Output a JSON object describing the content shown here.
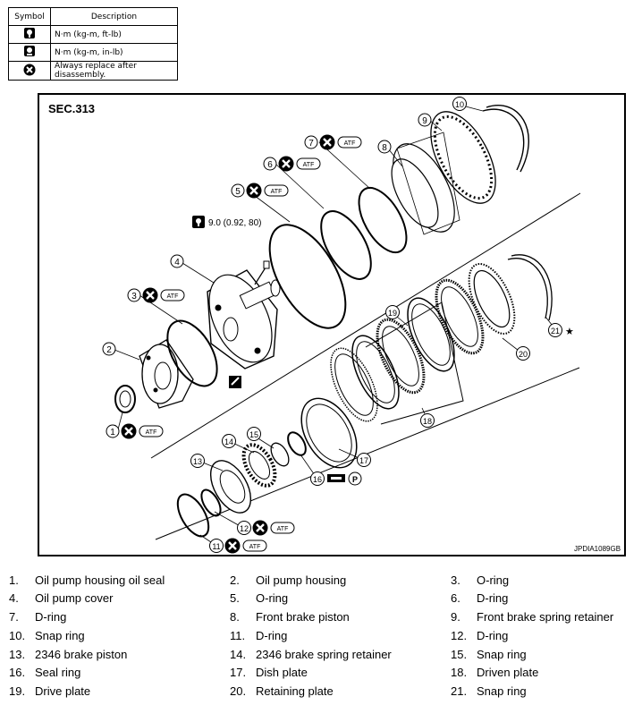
{
  "legend": {
    "header_symbol": "Symbol",
    "header_description": "Description",
    "rows": [
      {
        "icon": "torque-wrench-icon",
        "description": "N·m (kg-m, ft-lb)"
      },
      {
        "icon": "torque-wrench-small-icon",
        "description": "N·m (kg-m, in-lb)"
      },
      {
        "icon": "always-replace-icon",
        "description": "Always replace after disassembly."
      }
    ]
  },
  "diagram": {
    "section": "SEC.313",
    "code": "JPDIA1089GB",
    "torque_value": "9.0 (0.92, 80)",
    "atf": "ATF",
    "petroleum_jelly": "P",
    "star": "★",
    "callouts": [
      "1",
      "2",
      "3",
      "4",
      "5",
      "6",
      "7",
      "8",
      "9",
      "10",
      "11",
      "12",
      "13",
      "14",
      "15",
      "16",
      "17",
      "18",
      "19",
      "20",
      "21"
    ]
  },
  "parts": [
    {
      "num": "1.",
      "name": "Oil pump housing oil seal"
    },
    {
      "num": "2.",
      "name": "Oil pump housing"
    },
    {
      "num": "3.",
      "name": "O-ring"
    },
    {
      "num": "4.",
      "name": "Oil pump cover"
    },
    {
      "num": "5.",
      "name": "O-ring"
    },
    {
      "num": "6.",
      "name": "D-ring"
    },
    {
      "num": "7.",
      "name": "D-ring"
    },
    {
      "num": "8.",
      "name": "Front brake piston"
    },
    {
      "num": "9.",
      "name": "Front brake spring retainer"
    },
    {
      "num": "10.",
      "name": "Snap ring"
    },
    {
      "num": "11.",
      "name": "D-ring"
    },
    {
      "num": "12.",
      "name": "D-ring"
    },
    {
      "num": "13.",
      "name": "2346 brake piston"
    },
    {
      "num": "14.",
      "name": "2346 brake spring retainer"
    },
    {
      "num": "15.",
      "name": "Snap ring"
    },
    {
      "num": "16.",
      "name": "Seal ring"
    },
    {
      "num": "17.",
      "name": "Dish plate"
    },
    {
      "num": "18.",
      "name": "Driven plate"
    },
    {
      "num": "19.",
      "name": "Drive plate"
    },
    {
      "num": "20.",
      "name": "Retaining plate"
    },
    {
      "num": "21.",
      "name": "Snap ring"
    }
  ]
}
